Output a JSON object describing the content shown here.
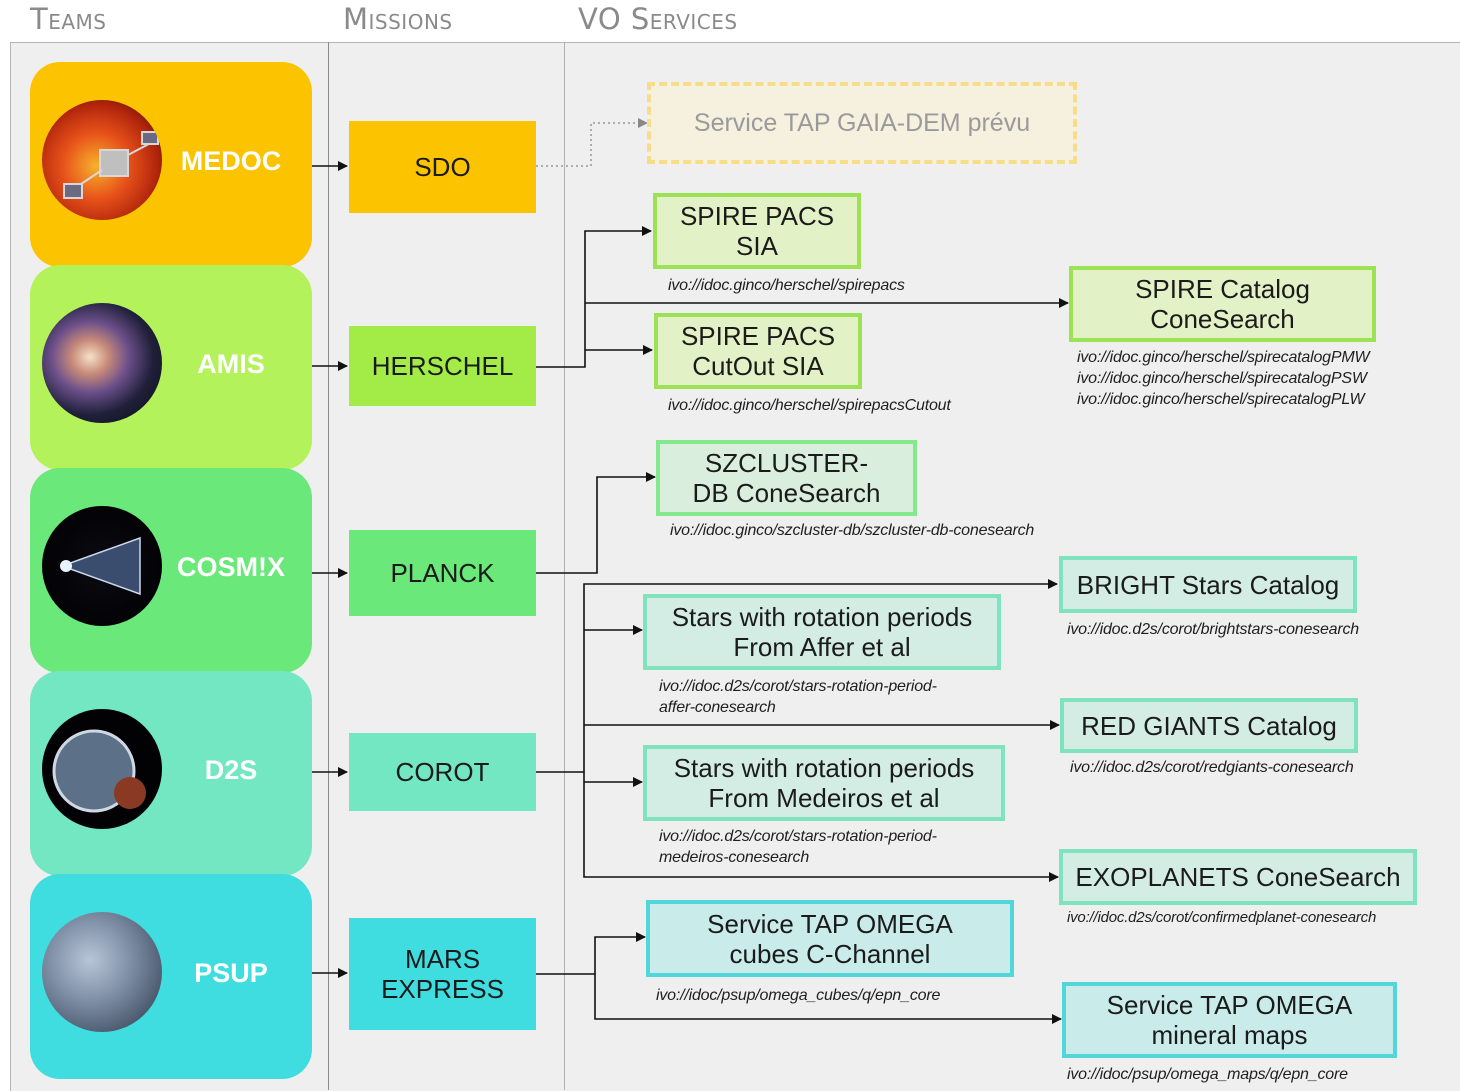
{
  "headers": {
    "teams": "Teams",
    "missions": "Missions",
    "vo_services": "VO Services"
  },
  "teams": [
    {
      "name": "MEDOC",
      "color": "#fcc300"
    },
    {
      "name": "AMIS",
      "color": "#b3f25b"
    },
    {
      "name": "COSM!X",
      "color": "#6ae87a"
    },
    {
      "name": "D2S",
      "color": "#72e7c2"
    },
    {
      "name": "PSUP",
      "color": "#3fdce0"
    }
  ],
  "missions": [
    {
      "name": "SDO",
      "color": "#fcc300"
    },
    {
      "name": "HERSCHEL",
      "color": "#a3ec48"
    },
    {
      "name": "PLANCK",
      "color": "#6ae87a"
    },
    {
      "name": "COROT",
      "color": "#72e7c2"
    },
    {
      "name": "MARS EXPRESS",
      "color": "#3fdce0"
    }
  ],
  "services": {
    "gaia": {
      "label": "Service TAP GAIA-DEM  prévu"
    },
    "spire_pacs_sia": {
      "label": "SPIRE PACS SIA",
      "ivo": "ivo://idoc.ginco/herschel/spirepacs"
    },
    "spire_catalog": {
      "label": "SPIRE Catalog ConeSearch",
      "ivo": "ivo://idoc.ginco/herschel/spirecatalogPMW\nivo://idoc.ginco/herschel/spirecatalogPSW\nivo://idoc.ginco/herschel/spirecatalogPLW"
    },
    "spire_pacs_cutout": {
      "label": "SPIRE PACS CutOut SIA",
      "ivo": "ivo://idoc.ginco/herschel/spirepacsCutout"
    },
    "szcluster": {
      "label": "SZCLUSTER-DB ConeSearch",
      "ivo": "ivo://idoc.ginco/szcluster-db/szcluster-db-conesearch"
    },
    "bright_stars": {
      "label": "BRIGHT Stars Catalog",
      "ivo": "ivo://idoc.d2s/corot/brightstars-conesearch"
    },
    "rot_affer": {
      "label": "Stars with rotation periods From Affer et al",
      "ivo": "ivo://idoc.d2s/corot/stars-rotation-period-\naffer-conesearch"
    },
    "red_giants": {
      "label": "RED GIANTS Catalog",
      "ivo": "ivo://idoc.d2s/corot/redgiants-conesearch"
    },
    "rot_medeiros": {
      "label": "Stars with rotation periods From Medeiros et al",
      "ivo": "ivo://idoc.d2s/corot/stars-rotation-period-\nmedeiros-conesearch"
    },
    "exoplanets": {
      "label": "EXOPLANETS ConeSearch",
      "ivo": "ivo://idoc.d2s/corot/confirmedplanet-conesearch"
    },
    "omega_cubes": {
      "label": "Service TAP OMEGA cubes C-Channel",
      "ivo": "ivo://idoc/psup/omega_cubes/q/epn_core"
    },
    "omega_maps": {
      "label": "Service TAP OMEGA mineral maps",
      "ivo": "ivo://idoc/psup/omega_maps/q/epn_core"
    }
  }
}
